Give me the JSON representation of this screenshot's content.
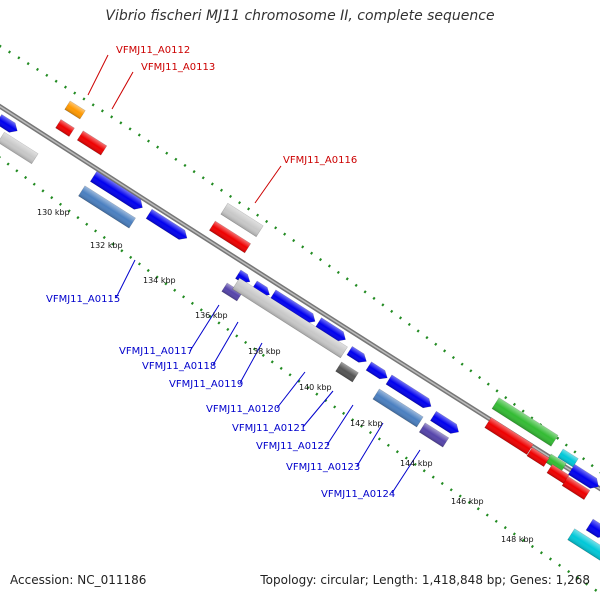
{
  "title": "Vibrio fischeri MJ11 chromosome II, complete sequence",
  "footer": {
    "accession": "Accession: NC_011186",
    "topology": "Topology: circular; Length: 1,418,848 bp; Genes: 1,268"
  },
  "colors": {
    "forward_gene": "#0000ee",
    "reverse_gene": "#ee0000",
    "label_forward": "#0000cc",
    "label_reverse": "#cc0000",
    "backbone": "#888888",
    "tick": "#228b22",
    "gray_gene": "#c8c8c8",
    "steel_gene": "#4a7fc0",
    "orange_gene": "#ff9900",
    "green_gene": "#33bb33",
    "cyan_gene": "#00c8d8",
    "purple_gene": "#5544aa",
    "dark_gene": "#555555"
  },
  "kbp_ticks": [
    "130 kbp",
    "132 kbp",
    "134 kbp",
    "136 kbp",
    "138 kbp",
    "140 kbp",
    "142 kbp",
    "144 kbp",
    "146 kbp",
    "148 kbp"
  ],
  "labels_reverse": [
    "VFMJ11_A0112",
    "VFMJ11_A0113",
    "VFMJ11_A0116"
  ],
  "labels_forward": [
    "VFMJ11_A0115",
    "VFMJ11_A0117",
    "VFMJ11_A0118",
    "VFMJ11_A0119",
    "VFMJ11_A0120",
    "VFMJ11_A0121",
    "VFMJ11_A0122",
    "VFMJ11_A0123",
    "VFMJ11_A0124"
  ]
}
